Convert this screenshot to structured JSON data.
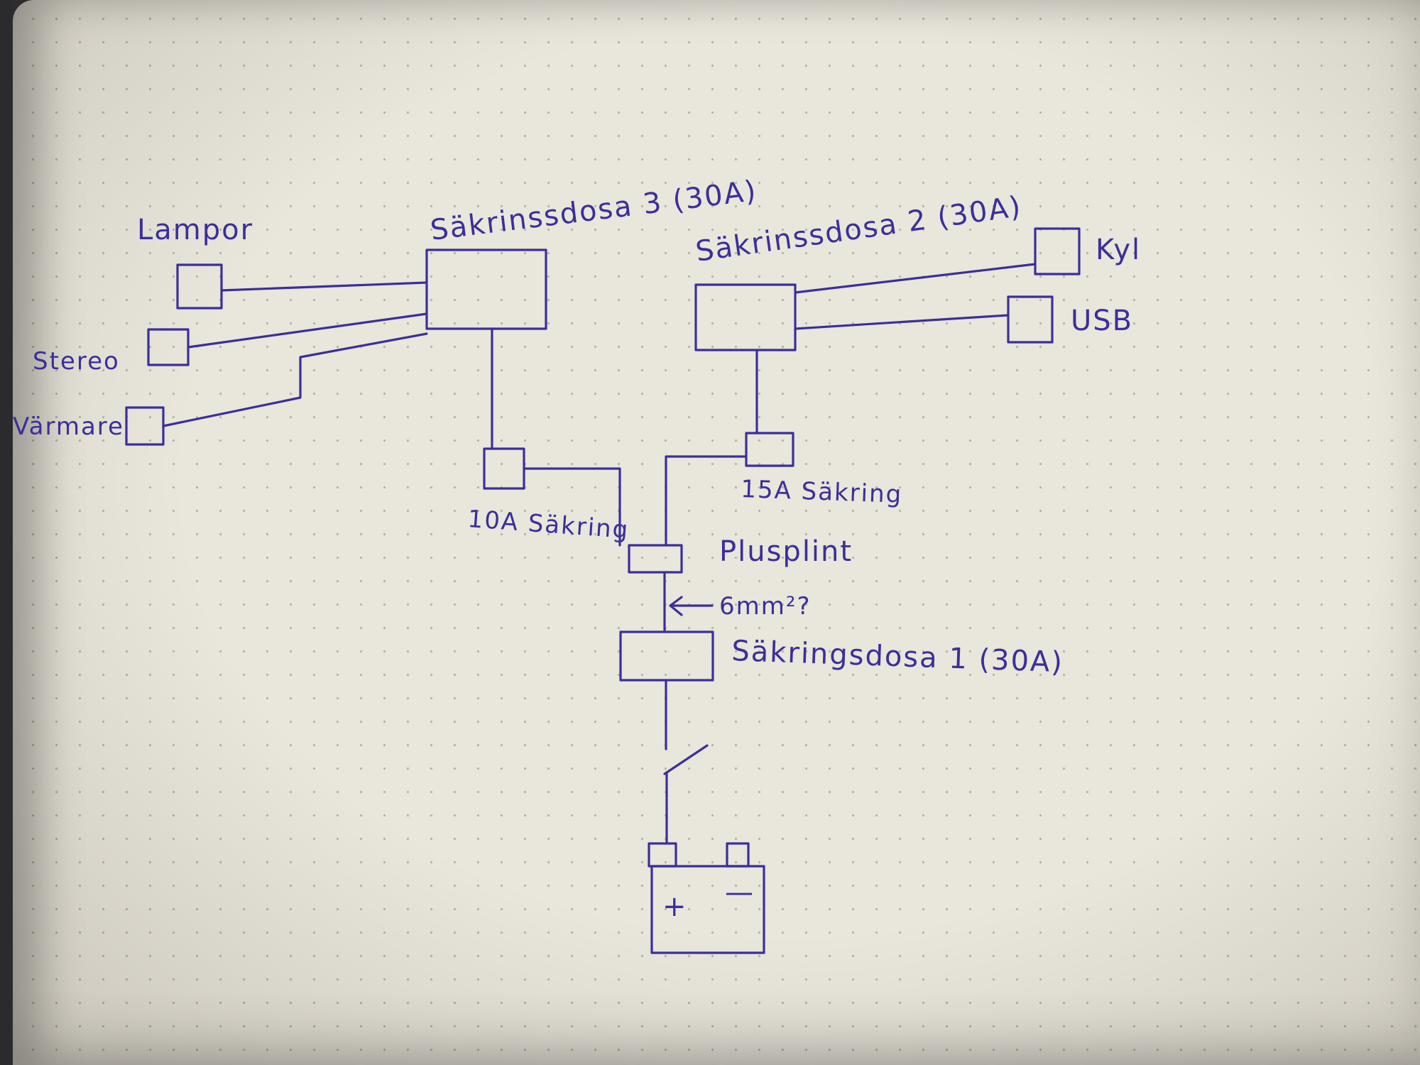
{
  "labels": {
    "box3": "Säkrinssdosa 3 (30A)",
    "box2": "Säkrinssdosa 2 (30A)",
    "box1": "Säkringsdosa 1 (30A)",
    "lampor": "Lampor",
    "stereo": "Stereo",
    "varmare": "Värmare",
    "kyl": "Kyl",
    "usb": "USB",
    "fuse10": "10A Säkring",
    "fuse15": "15A Säkring",
    "plusplint": "Plusplint",
    "wire_size": "6mm²?",
    "plus_sign": "+",
    "minus_sign": "—"
  },
  "colors": {
    "ink": "#3b2f9a",
    "paper": "#e9e6dc"
  }
}
